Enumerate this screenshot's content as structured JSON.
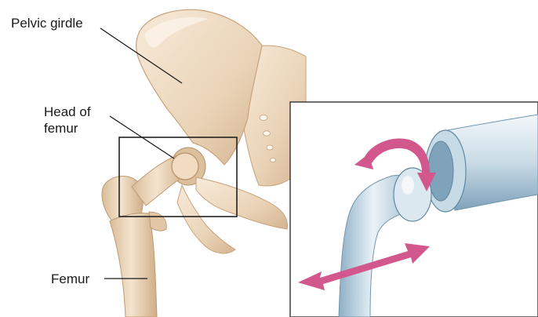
{
  "labels": {
    "pelvic_girdle": "Pelvic girdle",
    "head_of_femur_line1": "Head of",
    "head_of_femur_line2": "femur",
    "femur": "Femur"
  },
  "colors": {
    "bone_light": "#f5e6d3",
    "bone_mid": "#e5cdb0",
    "bone_shadow": "#c9a57e",
    "joint_light": "#eef4f8",
    "joint_mid": "#b9d0de",
    "joint_dark": "#6f95ad",
    "arrow": "#d1578c",
    "frame": "#333333"
  }
}
